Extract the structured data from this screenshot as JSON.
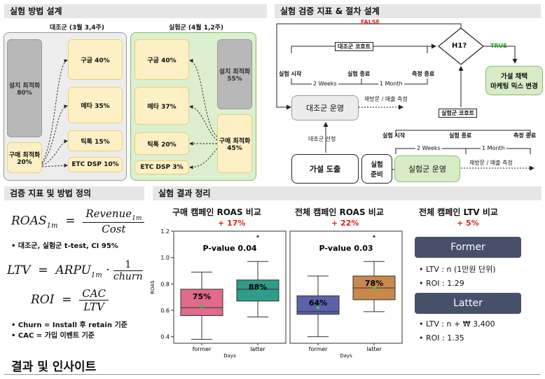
{
  "sections": {
    "design": "실험 방법 설계",
    "metrics_process": "실험 검증 지표 & 절차 설계",
    "metric_def": "검증 지표 및 방법 정의",
    "results": "실험 결과 정리",
    "insights": "결과 및 인사이트"
  },
  "design": {
    "control_title": "대조군 (3월 3,4주)",
    "test_title": "실험군 (4월 1,2주)",
    "control": {
      "install_opt": "설치 최적화\n80%",
      "purchase_opt": "구매 최적화\n20%",
      "google": "구글 40%",
      "meta": "메타 35%",
      "tiktok": "틱톡 15%",
      "etc": "ETC DSP 10%"
    },
    "test": {
      "install_opt": "설치 최적화\n55%",
      "purchase_opt": "구매 최적화\n45%",
      "google": "구글 40%",
      "meta": "메타 37%",
      "tiktok": "틱톡 20%",
      "etc": "ETC DSP 3%"
    }
  },
  "process": {
    "false_label": "FALSE",
    "true_label": "TRUE",
    "h1": "H1?",
    "adopt": "가설 채택\n마케팅 믹스 변경",
    "control_cohort": "대조군 코호트",
    "test_cohort": "실험군 코호트",
    "exp_start": "실험 시작",
    "exp_end": "실험 종료",
    "measure_end": "측정 종료",
    "two_weeks": "2 Weeks",
    "one_month": "1 Month",
    "control_run": "대조군 운영",
    "test_run": "실험군 운영",
    "revisit": "재방문 / 매출 측정",
    "control_select": "대조군 선정",
    "hypothesis": "가설 도출",
    "prep": "실험\n준비"
  },
  "metric_def": {
    "bullet1": "대조군, 실험군 t-test, CI 95%",
    "bullet2": "Churn = Install 후 retain 기준",
    "bullet3": "CAC = 가입 이벤트 기준"
  },
  "results": {
    "purchase_title": "구매 캠페인 ROAS 비교",
    "purchase_delta": "+ 17%",
    "total_title": "전체 캠페인 ROAS 비교",
    "total_delta": "+ 22%",
    "ltv_title": "전체 캠페인 LTV 비교",
    "ltv_delta": "+ 5%",
    "former": "Former",
    "latter": "Latter",
    "former_ltv": "• LTV : n (1만원 단위)",
    "former_roi": "• ROI : 1.29",
    "latter_ltv": "• LTV : n + ₩ 3,400",
    "latter_roi": "• ROI : 1.35"
  },
  "chart_data": [
    {
      "type": "box",
      "title": "P-value 0.04",
      "xlabel": "Days",
      "ylabel": "ROAS",
      "categories": [
        "former",
        "latter"
      ],
      "ylim": [
        0.35,
        1.2
      ],
      "yticks": [
        "0.4",
        "0.6",
        "0.8",
        "1.0",
        "1.2"
      ],
      "boxes": [
        {
          "name": "former",
          "min": 0.38,
          "q1": 0.56,
          "median": 0.62,
          "q3": 0.76,
          "max": 0.89,
          "mean": 0.63,
          "label": "75%",
          "color": "#e06b8a"
        },
        {
          "name": "latter",
          "min": 0.55,
          "q1": 0.67,
          "median": 0.76,
          "q3": 0.83,
          "max": 0.97,
          "mean": 0.76,
          "outlier": 1.16,
          "label": "88%",
          "color": "#2e9c8a"
        }
      ]
    },
    {
      "type": "box",
      "title": "P-value 0.03",
      "xlabel": "Days",
      "ylabel": "",
      "categories": [
        "former",
        "latter"
      ],
      "ylim": [
        0.35,
        1.2
      ],
      "boxes": [
        {
          "name": "former",
          "min": 0.4,
          "q1": 0.57,
          "median": 0.59,
          "q3": 0.71,
          "max": 0.86,
          "mean": 0.62,
          "label": "64%",
          "color": "#5a62a8"
        },
        {
          "name": "latter",
          "min": 0.59,
          "q1": 0.68,
          "median": 0.77,
          "q3": 0.86,
          "max": 0.97,
          "mean": 0.77,
          "outlier": 1.16,
          "label": "78%",
          "color": "#c8894d"
        }
      ]
    }
  ]
}
